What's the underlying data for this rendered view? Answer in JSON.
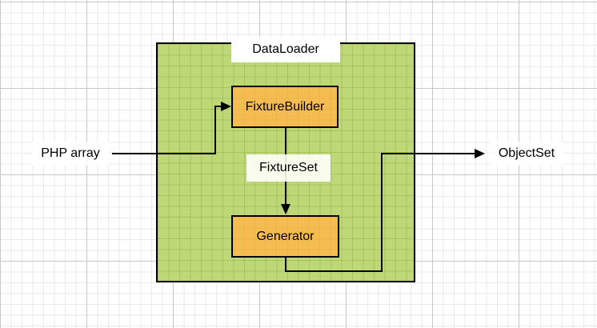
{
  "diagram": {
    "container": {
      "label": "DataLoader",
      "fill": "#bed878",
      "stroke": "#000000"
    },
    "nodes": [
      {
        "id": "fixture-builder",
        "label": "FixtureBuilder",
        "fill": "#f5bc51",
        "stroke": "#000000"
      },
      {
        "id": "generator",
        "label": "Generator",
        "fill": "#f5bc51",
        "stroke": "#000000"
      }
    ],
    "edge_labels": [
      {
        "id": "fixture-set",
        "label": "FixtureSet"
      }
    ],
    "external_labels": [
      {
        "id": "php-array",
        "label": "PHP array"
      },
      {
        "id": "object-set",
        "label": "ObjectSet"
      }
    ],
    "edges": [
      {
        "from": "php-array",
        "to": "fixture-builder",
        "style": "orthogonal-arrow"
      },
      {
        "from": "fixture-builder",
        "to": "generator",
        "style": "straight-arrow",
        "label": "FixtureSet"
      },
      {
        "from": "generator",
        "to": "object-set",
        "style": "orthogonal-arrow"
      }
    ],
    "canvas": {
      "grid_minor_color": "#eaeaed",
      "grid_major_color": "#c7c7cb",
      "background": "#ffffff",
      "connector_color": "#000000"
    }
  }
}
